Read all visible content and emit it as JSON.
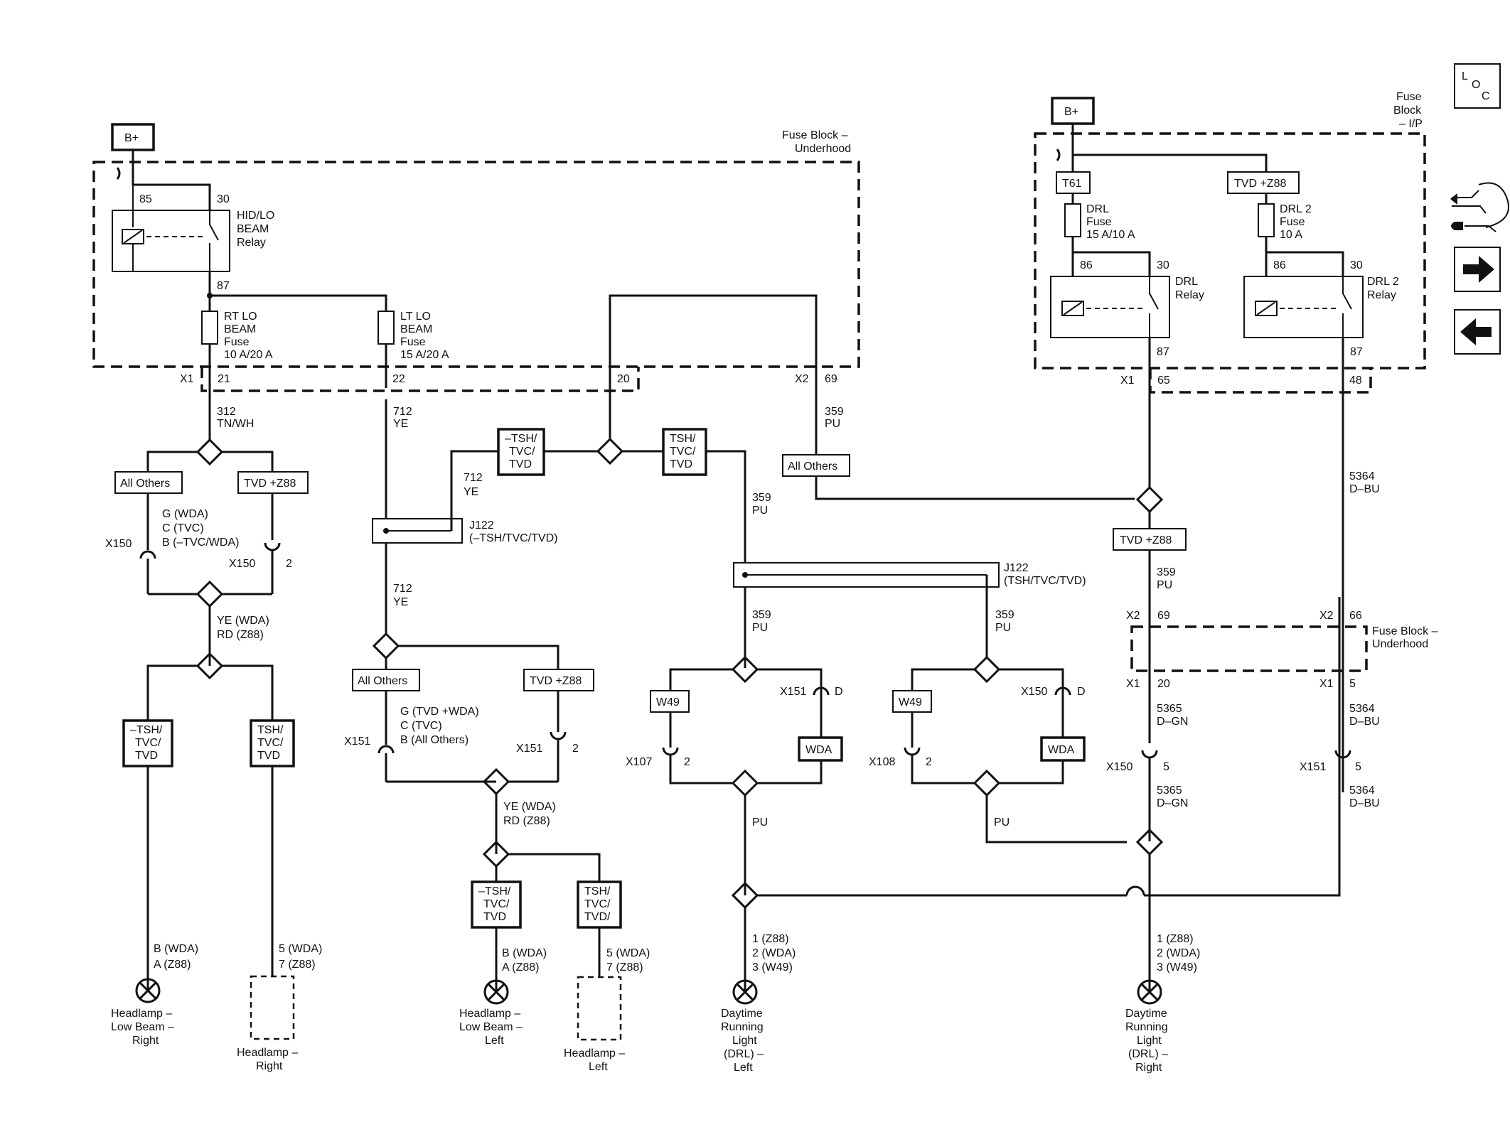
{
  "legend": {
    "loc_l": "L",
    "loc_o": "O",
    "loc_c": "C"
  },
  "power": {
    "bplus_left": "B+",
    "bplus_right": "B+"
  },
  "fuse_blocks": {
    "underhood_1": "Fuse Block –",
    "underhood_2": "Underhood",
    "ip_1": "Fuse",
    "ip_2": "Block",
    "ip_3": "– I/P",
    "underhood2_1": "Fuse Block –",
    "underhood2_2": "Underhood"
  },
  "hid_relay": {
    "pin85": "85",
    "pin30": "30",
    "pin87": "87",
    "name1": "HID/LO",
    "name2": "BEAM",
    "name3": "Relay"
  },
  "rt_fuse": {
    "l1": "RT LO",
    "l2": "BEAM",
    "l3": "Fuse",
    "l4": "10 A/20 A"
  },
  "lt_fuse": {
    "l1": "LT LO",
    "l2": "BEAM",
    "l3": "Fuse",
    "l4": "15 A/20 A"
  },
  "connectors_top": {
    "x1": "X1",
    "p21": "21",
    "p22": "22",
    "p20": "20",
    "x2": "X2",
    "p69": "69"
  },
  "wires": {
    "w312a": "312",
    "w312b": "TN/WH",
    "w712a": "712",
    "w712b": "YE",
    "w712c": "712",
    "w712d": "YE",
    "w712e": "712",
    "w712f": "YE",
    "w359a": "359",
    "w359b": "PU",
    "w359c": "359",
    "w359d": "PU",
    "w359e": "359",
    "w359f": "PU",
    "w359g": "359",
    "w359h": "PU",
    "w359i": "359",
    "w359j": "PU",
    "w5364a": "5364",
    "w5364b": "D–BU",
    "w5365a": "5365",
    "w5365b": "D–GN",
    "w5364c": "5364",
    "w5364d": "D–BU",
    "w5365c": "5365",
    "w5365d": "D–GN",
    "w5364e": "5364",
    "w5364f": "D–BU",
    "pu1": "PU",
    "pu2": "PU"
  },
  "options": {
    "tsh_neg_1": "–TSH/",
    "tsh_neg_2": "TVC/",
    "tsh_neg_3": "TVD",
    "tsh_pos_1": "TSH/",
    "tsh_pos_2": "TVC/",
    "tsh_pos_3": "TVD",
    "all_others": "All Others",
    "tvd_z88": "TVD +Z88",
    "w49": "W49",
    "wda": "WDA",
    "t61": "T61",
    "tsh_pos_ll3": "TVD/"
  },
  "left_low": {
    "g1": "G (WDA)",
    "g2": "C (TVC)",
    "g3": "B (–TVC/WDA)",
    "x150": "X150",
    "x150b": "X150",
    "p2": "2",
    "ye1": "YE (WDA)",
    "rd1": "RD (Z88)",
    "b_wda": "B (WDA)",
    "a_z88": "A (Z88)",
    "p5": "5 (WDA)",
    "p7": "7 (Z88)"
  },
  "mid_low": {
    "g1": "G (TVD +WDA)",
    "g2": "C (TVC)",
    "g3": "B (All Others)",
    "x151": "X151",
    "x151b": "X151",
    "p2": "2",
    "ye1": "YE (WDA)",
    "rd1": "RD (Z88)",
    "b_wda": "B (WDA)",
    "a_z88": "A (Z88)",
    "p5": "5 (WDA)",
    "p7": "7 (Z88)"
  },
  "splices": {
    "j122a_1": "J122",
    "j122a_2": "(–TSH/TVC/TVD)",
    "j122b_1": "J122",
    "j122b_2": "(TSH/TVC/TVD)"
  },
  "drl_left": {
    "x151": "X151",
    "d": "D",
    "x107": "X107",
    "p2": "2",
    "pin1": "1 (Z88)",
    "pin2": "2 (WDA)",
    "pin3": "3 (W49)"
  },
  "drl_mid": {
    "x150": "X150",
    "d": "D",
    "x108": "X108",
    "p2": "2"
  },
  "drl_fuse": {
    "l1": "DRL",
    "l2": "Fuse",
    "l3": "15 A/10 A"
  },
  "drl2_fuse": {
    "l1": "DRL 2",
    "l2": "Fuse",
    "l3": "10 A"
  },
  "drl_relay": {
    "pin86": "86",
    "pin30": "30",
    "pin87": "87",
    "name1": "DRL",
    "name2": "Relay"
  },
  "drl2_relay": {
    "pin86": "86",
    "pin30": "30",
    "pin87": "87",
    "name1": "DRL 2",
    "name2": "Relay"
  },
  "connectors_right": {
    "x1a": "X1",
    "p65": "65",
    "p48": "48",
    "x2a": "X2",
    "p69": "69",
    "x2b": "X2",
    "p66": "66",
    "x1b": "X1",
    "p20": "20",
    "x1c": "X1",
    "p5": "5",
    "x150": "X150",
    "p5b": "5",
    "x151": "X151",
    "p5c": "5"
  },
  "drl_right_pins": {
    "pin1": "1 (Z88)",
    "pin2": "2 (WDA)",
    "pin3": "3 (W49)"
  },
  "components": {
    "hl_low_right_1": "Headlamp –",
    "hl_low_right_2": "Low Beam –",
    "hl_low_right_3": "Right",
    "hl_right_1": "Headlamp –",
    "hl_right_2": "Right",
    "hl_low_left_1": "Headlamp –",
    "hl_low_left_2": "Low Beam –",
    "hl_low_left_3": "Left",
    "hl_left_1": "Headlamp –",
    "hl_left_2": "Left",
    "drl_l_1": "Daytime",
    "drl_l_2": "Running",
    "drl_l_3": "Light",
    "drl_l_4": "(DRL) –",
    "drl_l_5": "Left",
    "drl_r_1": "Daytime",
    "drl_r_2": "Running",
    "drl_r_3": "Light",
    "drl_r_4": "(DRL) –",
    "drl_r_5": "Right"
  }
}
